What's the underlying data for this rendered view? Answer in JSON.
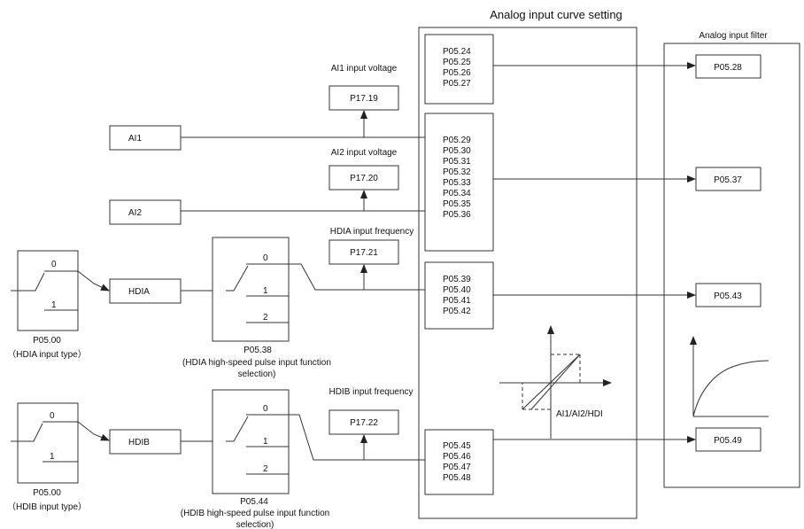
{
  "titles": {
    "curve": "Analog input curve setting",
    "filter": "Analog input filter"
  },
  "monitors": {
    "ai1": {
      "label": "AI1 input voltage",
      "code": "P17.19"
    },
    "ai2": {
      "label": "AI2 input voltage",
      "code": "P17.20"
    },
    "hdia": {
      "label": "HDIA input frequency",
      "code": "P17.21"
    },
    "hdib": {
      "label": "HDIB input frequency",
      "code": "P17.22"
    }
  },
  "inputs": {
    "ai1": "AI1",
    "ai2": "AI2",
    "hdia": "HDIA",
    "hdib": "HDIB"
  },
  "type_switch_a": {
    "opt0": "0",
    "opt1": "1",
    "code": "P05.00",
    "desc": "（HDIA input type）"
  },
  "type_switch_b": {
    "opt0": "0",
    "opt1": "1",
    "code": "P05.00",
    "desc": "（HDIB input type）"
  },
  "func_switch_a": {
    "opt0": "0",
    "opt1": "1",
    "opt2": "2",
    "code": "P05.38",
    "desc_line1": "(HDIA high-speed pulse input function",
    "desc_line2": "selection)"
  },
  "func_switch_b": {
    "opt0": "0",
    "opt1": "1",
    "opt2": "2",
    "code": "P05.44",
    "desc_line1": "(HDIB high-speed pulse input function",
    "desc_line2": "selection)"
  },
  "curve_groups": [
    [
      "P05.24",
      "P05.25",
      "P05.26",
      "P05.27"
    ],
    [
      "P05.29",
      "P05.30",
      "P05.31",
      "P05.32",
      "P05.33",
      "P05.34",
      "P05.35",
      "P05.36"
    ],
    [
      "P05.39",
      "P05.40",
      "P05.41",
      "P05.42"
    ],
    [
      "P05.45",
      "P05.46",
      "P05.47",
      "P05.48"
    ]
  ],
  "curve_graph_label": "AI1/AI2/HDI",
  "filters": [
    "P05.28",
    "P05.37",
    "P05.43",
    "P05.49"
  ]
}
